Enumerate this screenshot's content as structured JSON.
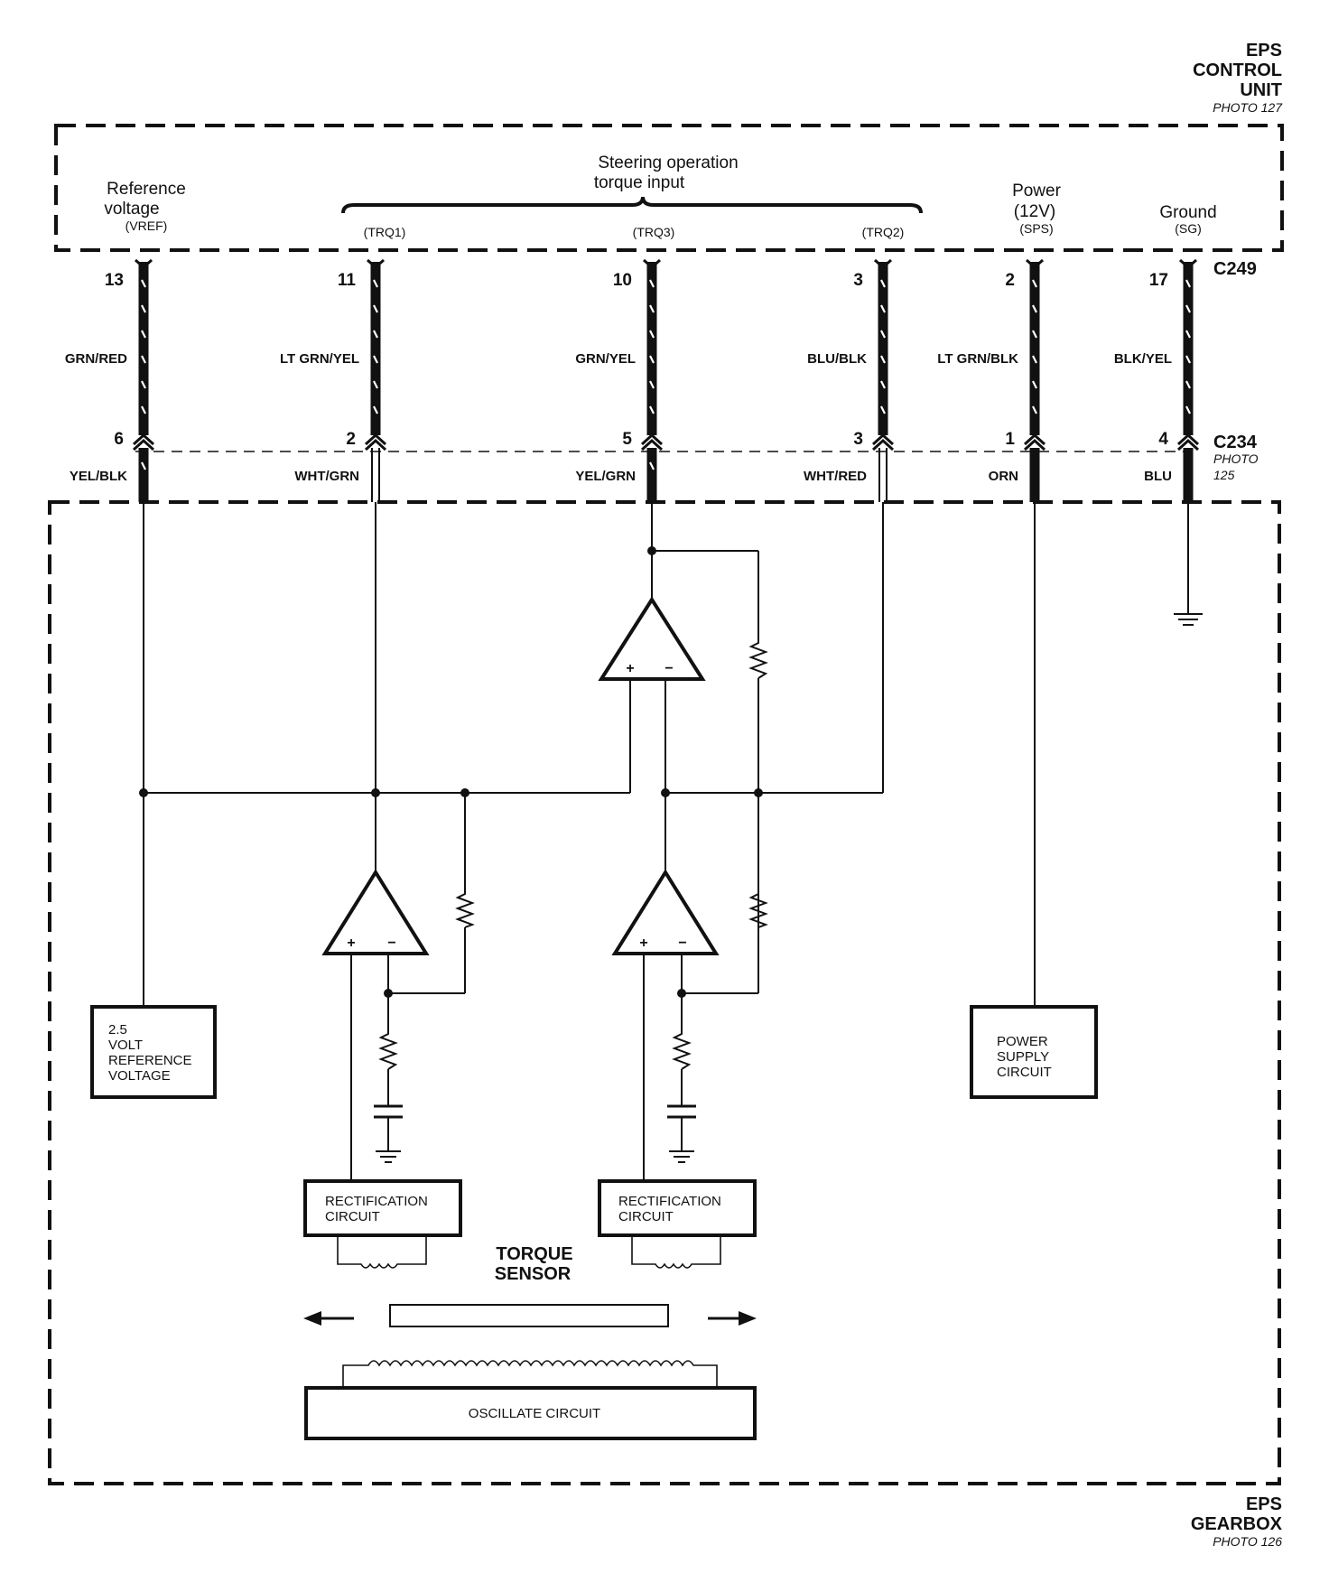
{
  "control_unit": {
    "title_lines": [
      "EPS",
      "CONTROL",
      "UNIT"
    ],
    "photo": "PHOTO 127"
  },
  "gearbox": {
    "title_lines": [
      "EPS",
      "GEARBOX"
    ],
    "photo": "PHOTO 126"
  },
  "signals": {
    "reference": {
      "lines": [
        "Reference",
        "voltage"
      ],
      "abbr": "(VREF)"
    },
    "steering": {
      "lines": [
        "Steering operation",
        "torque input"
      ]
    },
    "trq1": "(TRQ1)",
    "trq3": "(TRQ3)",
    "trq2": "(TRQ2)",
    "power": {
      "lines": [
        "Power",
        "(12V)"
      ],
      "abbr": "(SPS)"
    },
    "ground": {
      "lines": [
        "Ground"
      ],
      "abbr": "(SG)"
    }
  },
  "connectors": {
    "c249": {
      "name": "C249"
    },
    "c234": {
      "name": "C234",
      "photo_lines": [
        "PHOTO",
        "125"
      ]
    }
  },
  "circuits": [
    {
      "id": "vref",
      "c249_pin": "13",
      "upper_color": "GRN/RED",
      "c234_pin": "6",
      "lower_color": "YEL/BLK"
    },
    {
      "id": "trq1",
      "c249_pin": "11",
      "upper_color": "LT GRN/YEL",
      "c234_pin": "2",
      "lower_color": "WHT/GRN"
    },
    {
      "id": "trq3",
      "c249_pin": "10",
      "upper_color": "GRN/YEL",
      "c234_pin": "5",
      "lower_color": "YEL/GRN"
    },
    {
      "id": "trq2",
      "c249_pin": "3",
      "upper_color": "BLU/BLK",
      "c234_pin": "3",
      "lower_color": "WHT/RED"
    },
    {
      "id": "sps",
      "c249_pin": "2",
      "upper_color": "LT GRN/BLK",
      "c234_pin": "1",
      "lower_color": "ORN"
    },
    {
      "id": "sg",
      "c249_pin": "17",
      "upper_color": "BLK/YEL",
      "c234_pin": "4",
      "lower_color": "BLU"
    }
  ],
  "components": {
    "vref_box": [
      "2.5",
      "VOLT",
      "REFERENCE",
      "VOLTAGE"
    ],
    "power_box": [
      "POWER",
      "SUPPLY",
      "CIRCUIT"
    ],
    "rect_left": [
      "RECTIFICATION",
      "CIRCUIT"
    ],
    "rect_right": [
      "RECTIFICATION",
      "CIRCUIT"
    ],
    "torque_sensor": [
      "TORQUE",
      "SENSOR"
    ],
    "oscillate": "OSCILLATE CIRCUIT"
  },
  "opamp_symbols": {
    "plus": "+",
    "minus": "−"
  }
}
